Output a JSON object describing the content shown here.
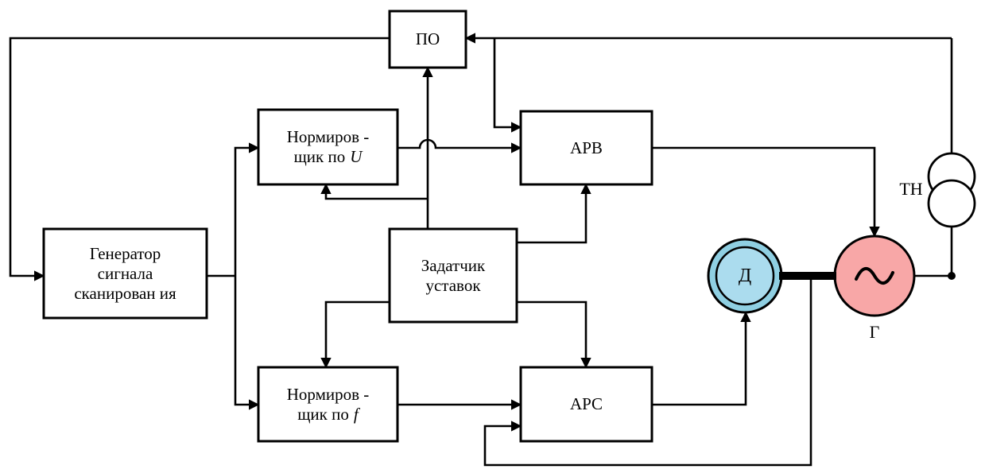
{
  "blocks": {
    "po": {
      "label": "ПО"
    },
    "norm_u": {
      "line1": "Нормиров -",
      "line2_text": "щик по",
      "line2_var": "U"
    },
    "arv": {
      "label": "АРВ"
    },
    "signal_generator": {
      "line1": "Генератор",
      "line2": "сигнала",
      "line3": "сканирован ия"
    },
    "setpoint": {
      "line1": "Задатчик",
      "line2": "уставок"
    },
    "norm_f": {
      "line1": "Нормиров -",
      "line2_text": "щик по",
      "line2_var": "f"
    },
    "ars": {
      "label": "АРС"
    },
    "motor": {
      "label": "Д"
    },
    "generator_machine": {
      "label": "Г"
    },
    "voltage_transformer": {
      "label": "ТН"
    }
  },
  "icons": {
    "sine_wave": "∼"
  },
  "colors": {
    "line_color": "#000000",
    "box_fill": "#ffffff",
    "motor_fill": "#8fcfe2",
    "motor_inner_fill": "#abdcee",
    "generator_fill": "#f8a7a7"
  }
}
